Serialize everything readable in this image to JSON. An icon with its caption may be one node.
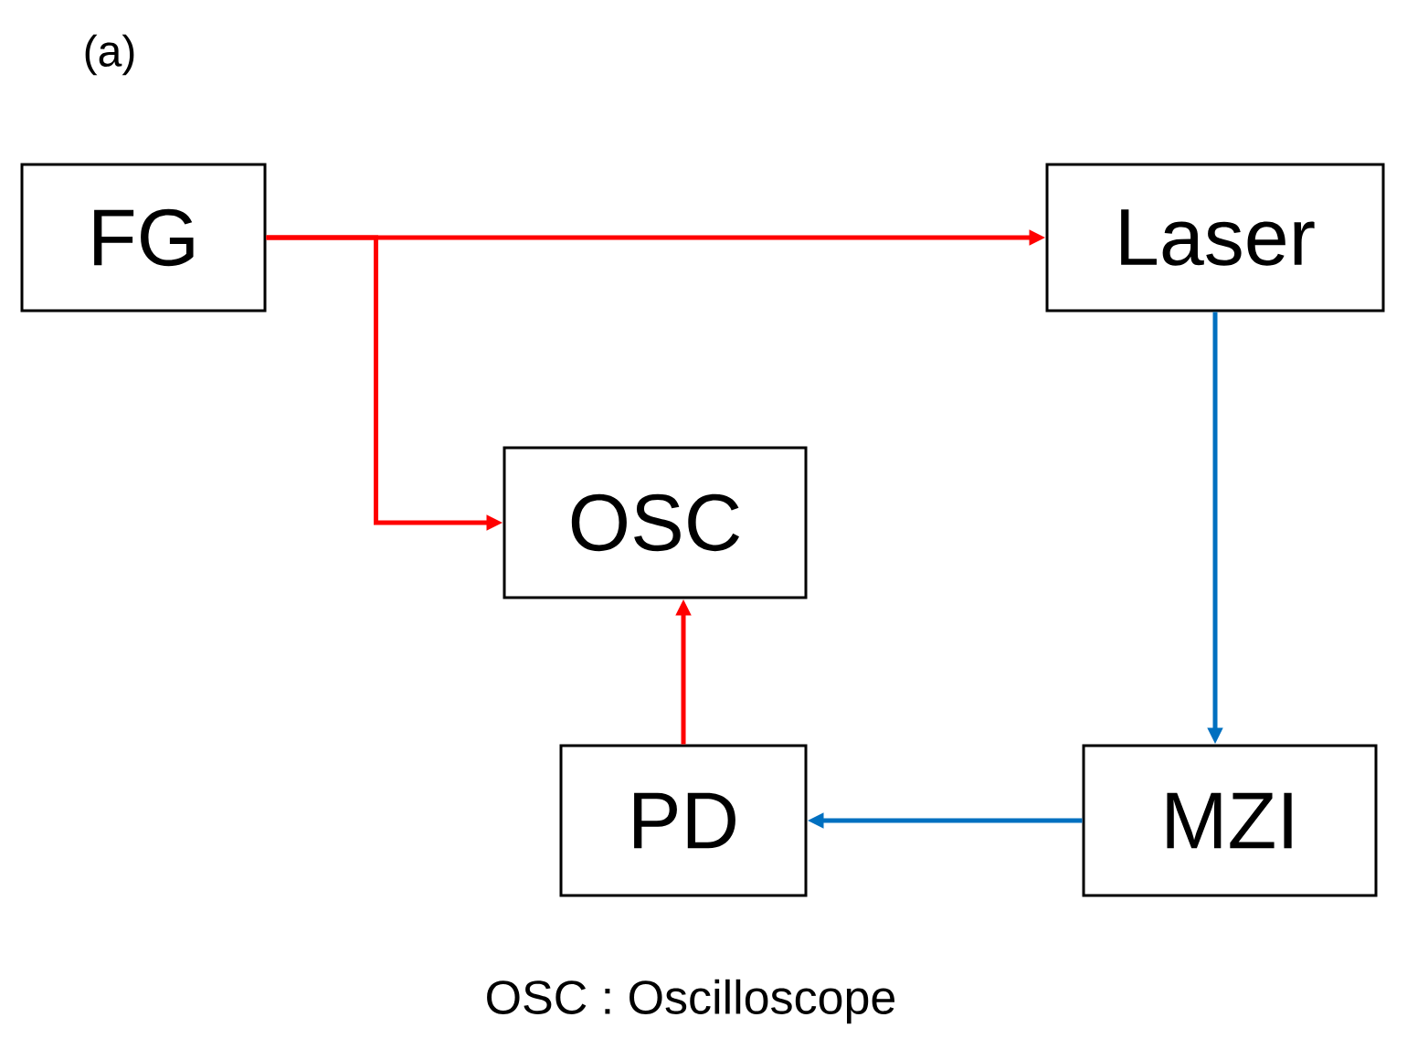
{
  "diagram": {
    "nodes": [
      {
        "text": [
          "FG"
        ]
      },
      {
        "text": [
          "Laser"
        ]
      },
      {
        "text": [
          "OSC"
        ]
      },
      {
        "text": [
          "PD"
        ]
      },
      {
        "text": [
          "MZI"
        ]
      }
    ],
    "edges": [
      {
        "from": 0,
        "to": 1,
        "arrow": "to"
      },
      {
        "from": 0,
        "to": 2,
        "arrow": "to"
      },
      {
        "from": 1,
        "to": 4,
        "arrow": "to",
        "color": "#0070c0"
      },
      {
        "from": 4,
        "to": 3,
        "arrow": "to",
        "color": "#0070c0"
      },
      {
        "from": 3,
        "to": 2,
        "arrow": "to"
      }
    ],
    "labels": [
      "(a)",
      "OSC : Oscilloscope"
    ]
  }
}
